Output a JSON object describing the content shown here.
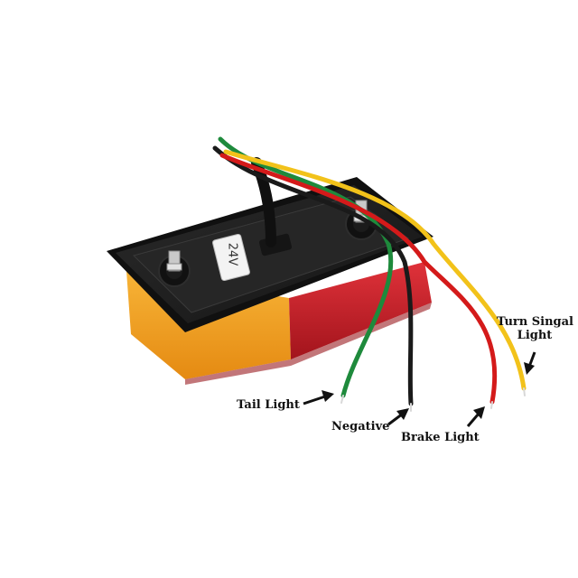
{
  "product": {
    "voltage_label": "24V"
  },
  "wire_labels": {
    "tail_light": "Tail Light",
    "negative": "Negative",
    "brake_light": "Brake Light",
    "turn_signal_line1": "Turn Singal",
    "turn_signal_line2": "Light"
  },
  "colors": {
    "housing": "#1f1f1f",
    "lens_amber": "#f4a020",
    "lens_red": "#c8202a",
    "wire_green": "#1e8a3c",
    "wire_black": "#1a1a1a",
    "wire_red": "#d41a1a",
    "wire_yellow": "#f2c21a"
  }
}
